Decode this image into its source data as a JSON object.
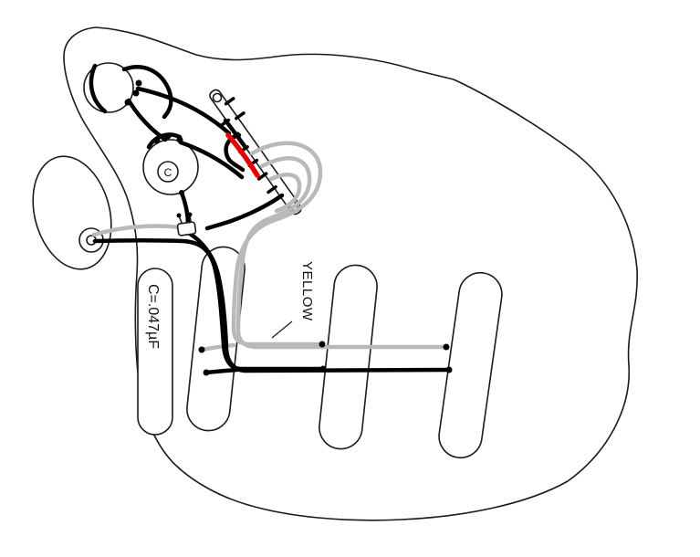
{
  "diagram": {
    "type": "guitar-wiring-diagram",
    "labels": {
      "yellow": "YELLOW",
      "cap_value": "C=.047µF",
      "cap_symbol": "C"
    },
    "colors": {
      "line": "#1a1a1a",
      "black_wire": "#000000",
      "yellow_wire": "#b9b9b9",
      "red_wire": "#e60000",
      "background": "#ffffff"
    },
    "components": {
      "pickguard": "pickguard-outline",
      "jack": "output-jack",
      "volume": "volume-pot",
      "tone": "tone-pot",
      "capacitor": "tone-capacitor",
      "switch": "5-way-selector-switch",
      "neck_pickup": "neck-pickup",
      "middle_pickup": "middle-pickup",
      "bridge_pickup": "bridge-pickup"
    }
  }
}
